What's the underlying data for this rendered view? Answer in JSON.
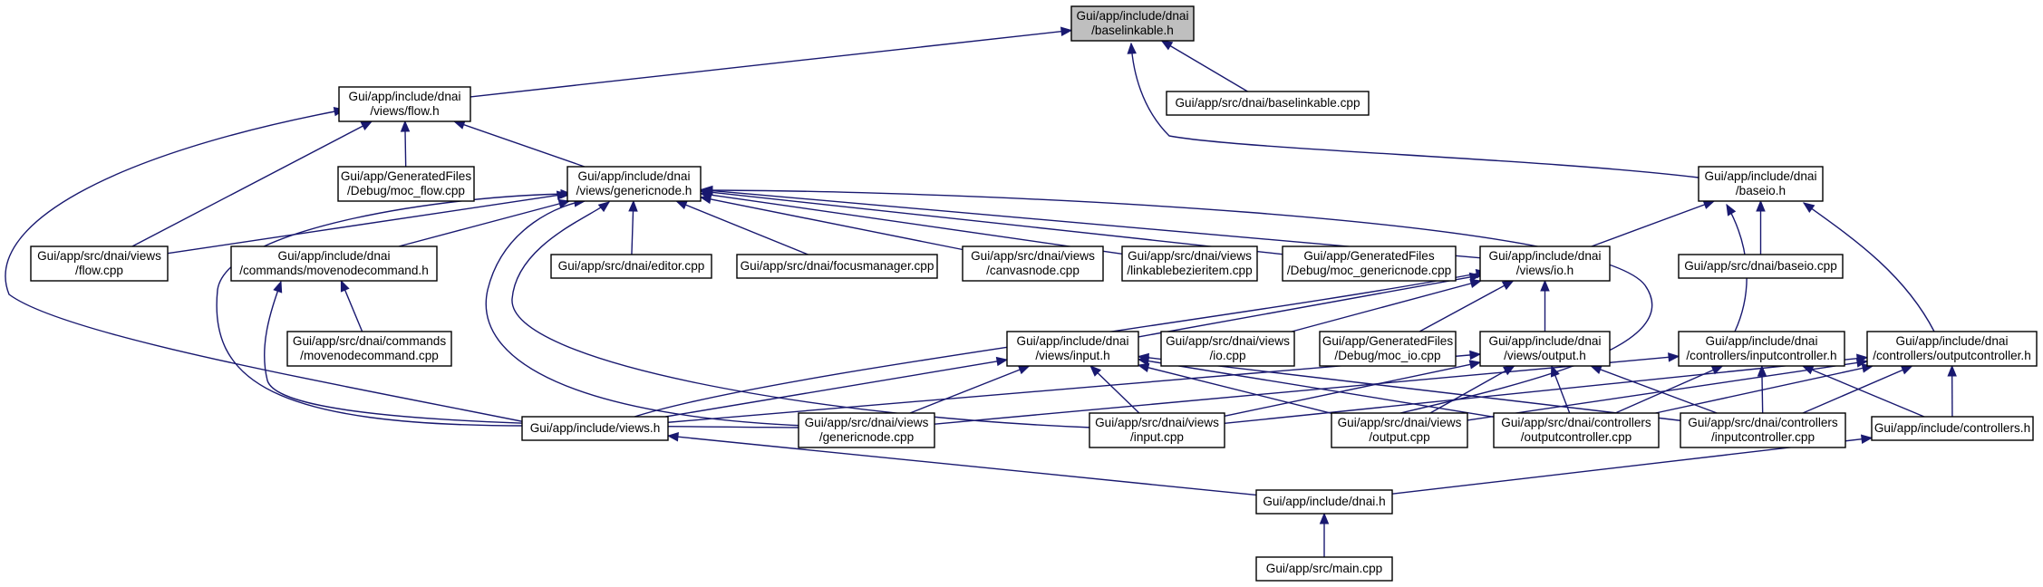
{
  "graph": {
    "nodes": [
      {
        "id": "baselinkable_h",
        "lines": [
          "Gui/app/include/dnai",
          "/baselinkable.h"
        ],
        "highlight": true
      },
      {
        "id": "baselinkable_cpp",
        "lines": [
          "Gui/app/src/dnai/baselinkable.cpp"
        ]
      },
      {
        "id": "flow_h",
        "lines": [
          "Gui/app/include/dnai",
          "/views/flow.h"
        ]
      },
      {
        "id": "moc_flow",
        "lines": [
          "Gui/app/GeneratedFiles",
          "/Debug/moc_flow.cpp"
        ]
      },
      {
        "id": "genericnode_h",
        "lines": [
          "Gui/app/include/dnai",
          "/views/genericnode.h"
        ]
      },
      {
        "id": "baseio_h",
        "lines": [
          "Gui/app/include/dnai",
          "/baseio.h"
        ]
      },
      {
        "id": "flow_cpp",
        "lines": [
          "Gui/app/src/dnai/views",
          "/flow.cpp"
        ]
      },
      {
        "id": "movenode_h",
        "lines": [
          "Gui/app/include/dnai",
          "/commands/movenodecommand.h"
        ]
      },
      {
        "id": "editor_cpp",
        "lines": [
          "Gui/app/src/dnai/editor.cpp"
        ]
      },
      {
        "id": "focusmanager_cpp",
        "lines": [
          "Gui/app/src/dnai/focusmanager.cpp"
        ]
      },
      {
        "id": "canvasnode_cpp",
        "lines": [
          "Gui/app/src/dnai/views",
          "/canvasnode.cpp"
        ]
      },
      {
        "id": "linkable_cpp",
        "lines": [
          "Gui/app/src/dnai/views",
          "/linkablebezieritem.cpp"
        ]
      },
      {
        "id": "moc_genericnode",
        "lines": [
          "Gui/app/GeneratedFiles",
          "/Debug/moc_genericnode.cpp"
        ]
      },
      {
        "id": "io_h",
        "lines": [
          "Gui/app/include/dnai",
          "/views/io.h"
        ]
      },
      {
        "id": "baseio_cpp",
        "lines": [
          "Gui/app/src/dnai/baseio.cpp"
        ]
      },
      {
        "id": "movenode_cpp",
        "lines": [
          "Gui/app/src/dnai/commands",
          "/movenodecommand.cpp"
        ]
      },
      {
        "id": "input_h",
        "lines": [
          "Gui/app/include/dnai",
          "/views/input.h"
        ]
      },
      {
        "id": "io_cpp",
        "lines": [
          "Gui/app/src/dnai/views",
          "/io.cpp"
        ]
      },
      {
        "id": "moc_io",
        "lines": [
          "Gui/app/GeneratedFiles",
          "/Debug/moc_io.cpp"
        ]
      },
      {
        "id": "output_h",
        "lines": [
          "Gui/app/include/dnai",
          "/views/output.h"
        ]
      },
      {
        "id": "inputcontroller_h",
        "lines": [
          "Gui/app/include/dnai",
          "/controllers/inputcontroller.h"
        ]
      },
      {
        "id": "outputcontroller_h",
        "lines": [
          "Gui/app/include/dnai",
          "/controllers/outputcontroller.h"
        ]
      },
      {
        "id": "views_h",
        "lines": [
          "Gui/app/include/views.h"
        ]
      },
      {
        "id": "genericnode_cpp",
        "lines": [
          "Gui/app/src/dnai/views",
          "/genericnode.cpp"
        ]
      },
      {
        "id": "input_cpp",
        "lines": [
          "Gui/app/src/dnai/views",
          "/input.cpp"
        ]
      },
      {
        "id": "output_cpp",
        "lines": [
          "Gui/app/src/dnai/views",
          "/output.cpp"
        ]
      },
      {
        "id": "outputcontroller_cpp",
        "lines": [
          "Gui/app/src/dnai/controllers",
          "/outputcontroller.cpp"
        ]
      },
      {
        "id": "inputcontroller_cpp",
        "lines": [
          "Gui/app/src/dnai/controllers",
          "/inputcontroller.cpp"
        ]
      },
      {
        "id": "controllers_h",
        "lines": [
          "Gui/app/include/controllers.h"
        ]
      },
      {
        "id": "dnai_h",
        "lines": [
          "Gui/app/include/dnai.h"
        ]
      },
      {
        "id": "main_cpp",
        "lines": [
          "Gui/app/src/main.cpp"
        ]
      }
    ],
    "edges": [
      [
        "baselinkable_cpp",
        "baselinkable_h"
      ],
      [
        "flow_h",
        "baselinkable_h"
      ],
      [
        "baseio_h",
        "baselinkable_h"
      ],
      [
        "moc_flow",
        "flow_h"
      ],
      [
        "genericnode_h",
        "flow_h"
      ],
      [
        "flow_cpp",
        "flow_h"
      ],
      [
        "views_h",
        "flow_h"
      ],
      [
        "flow_cpp",
        "genericnode_h"
      ],
      [
        "movenode_h",
        "genericnode_h"
      ],
      [
        "editor_cpp",
        "genericnode_h"
      ],
      [
        "focusmanager_cpp",
        "genericnode_h"
      ],
      [
        "canvasnode_cpp",
        "genericnode_h"
      ],
      [
        "linkable_cpp",
        "genericnode_h"
      ],
      [
        "moc_genericnode",
        "genericnode_h"
      ],
      [
        "io_h",
        "genericnode_h"
      ],
      [
        "views_h",
        "genericnode_h"
      ],
      [
        "genericnode_cpp",
        "genericnode_h"
      ],
      [
        "input_cpp",
        "genericnode_h"
      ],
      [
        "output_cpp",
        "genericnode_h"
      ],
      [
        "io_h",
        "baseio_h"
      ],
      [
        "baseio_cpp",
        "baseio_h"
      ],
      [
        "inputcontroller_h",
        "baseio_h"
      ],
      [
        "outputcontroller_h",
        "baseio_h"
      ],
      [
        "movenode_cpp",
        "movenode_h"
      ],
      [
        "genericnode_cpp",
        "movenode_h"
      ],
      [
        "input_h",
        "io_h"
      ],
      [
        "io_cpp",
        "io_h"
      ],
      [
        "moc_io",
        "io_h"
      ],
      [
        "output_h",
        "io_h"
      ],
      [
        "views_h",
        "io_h"
      ],
      [
        "views_h",
        "input_h"
      ],
      [
        "genericnode_cpp",
        "input_h"
      ],
      [
        "input_cpp",
        "input_h"
      ],
      [
        "output_cpp",
        "input_h"
      ],
      [
        "outputcontroller_cpp",
        "input_h"
      ],
      [
        "inputcontroller_cpp",
        "input_h"
      ],
      [
        "views_h",
        "output_h"
      ],
      [
        "input_cpp",
        "output_h"
      ],
      [
        "output_cpp",
        "output_h"
      ],
      [
        "outputcontroller_cpp",
        "output_h"
      ],
      [
        "inputcontroller_cpp",
        "output_h"
      ],
      [
        "genericnode_cpp",
        "inputcontroller_h"
      ],
      [
        "outputcontroller_cpp",
        "inputcontroller_h"
      ],
      [
        "inputcontroller_cpp",
        "inputcontroller_h"
      ],
      [
        "controllers_h",
        "inputcontroller_h"
      ],
      [
        "output_cpp",
        "outputcontroller_h"
      ],
      [
        "input_cpp",
        "outputcontroller_h"
      ],
      [
        "outputcontroller_cpp",
        "outputcontroller_h"
      ],
      [
        "inputcontroller_cpp",
        "outputcontroller_h"
      ],
      [
        "controllers_h",
        "outputcontroller_h"
      ],
      [
        "dnai_h",
        "views_h"
      ],
      [
        "dnai_h",
        "controllers_h"
      ],
      [
        "main_cpp",
        "dnai_h"
      ]
    ]
  }
}
